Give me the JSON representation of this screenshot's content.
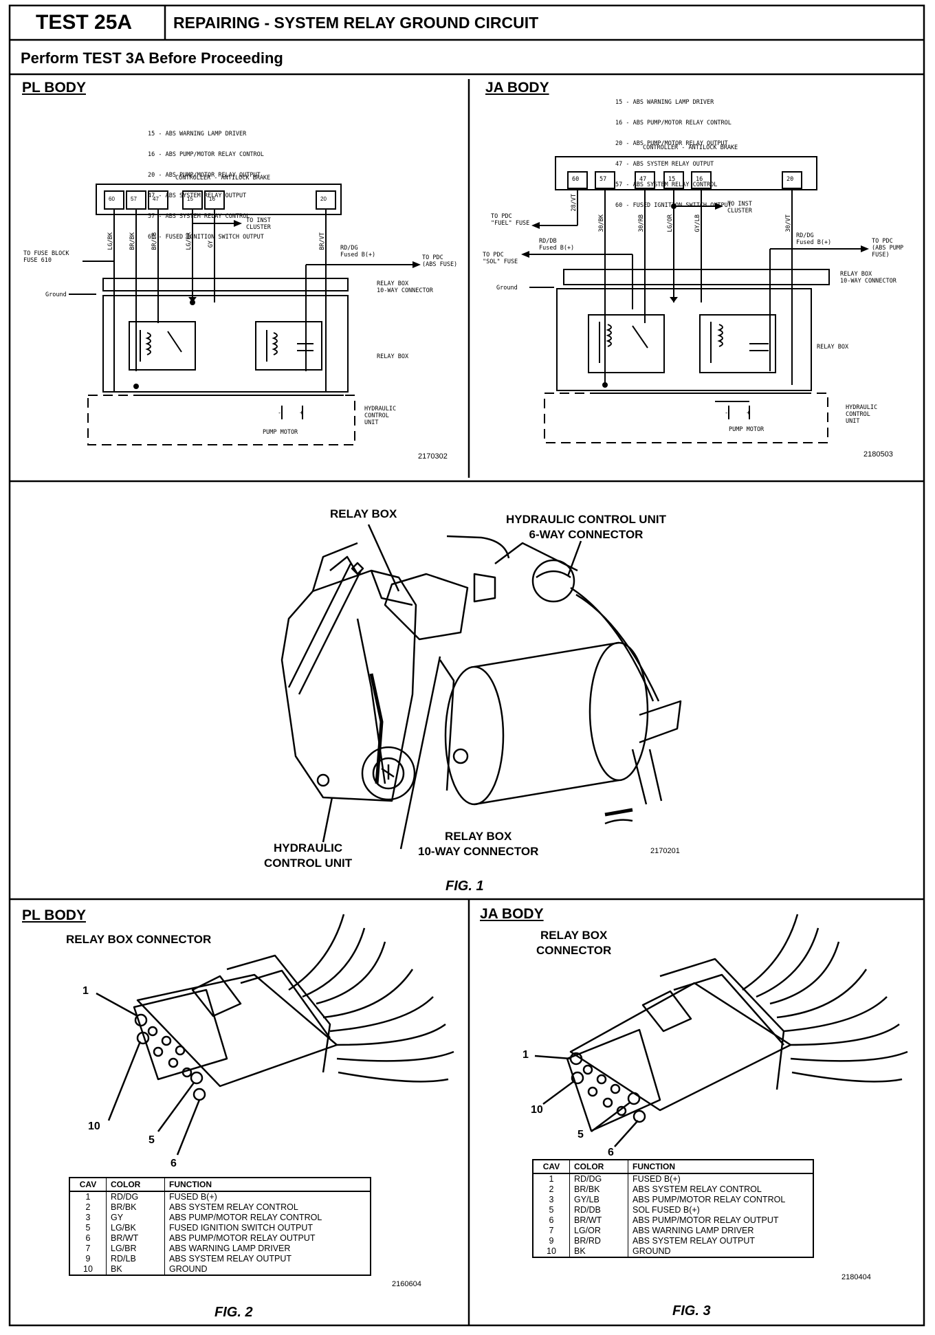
{
  "header": {
    "test_label": "TEST 25A",
    "title": "REPAIRING - SYSTEM RELAY GROUND CIRCUIT",
    "subtitle": "Perform TEST 3A Before Proceeding"
  },
  "pl_schematic": {
    "body_label": "PL BODY",
    "legend": [
      "15 - ABS WARNING LAMP DRIVER",
      "16 - ABS PUMP/MOTOR RELAY CONTROL",
      "20 - ABS PUMP/MOTOR RELAY OUTPUT",
      "47 - ABS SYSTEM RELAY OUTPUT",
      "57 - ABS SYSTEM RELAY CONTROL",
      "60 - FUSED IGNITION SWITCH OUTPUT"
    ],
    "controller": "CONTROLLER - ANTILOCK BRAKE",
    "pins": [
      "60",
      "57",
      "47",
      "15",
      "16",
      "20"
    ],
    "wires": [
      "LG/BK",
      "BR/BK",
      "BR/LB",
      "LG/BR",
      "GY",
      "BR/VT"
    ],
    "to_inst_cluster": "TO INST\nCLUSTER",
    "to_fuse_block": "TO FUSE BLOCK\nFUSE 610",
    "rd_dg": "RD/DG\nFused B(+)",
    "to_pdc": "TO PDC\n(ABS FUSE)",
    "ground": "Ground",
    "relay_box_conn": "RELAY BOX\n10-WAY CONNECTOR",
    "relay_box": "RELAY BOX",
    "hcu": "HYDRAULIC\nCONTROL\nUNIT",
    "pump_motor": "PUMP MOTOR",
    "minus": "-",
    "plus": "+",
    "code": "2170302"
  },
  "ja_schematic": {
    "body_label": "JA BODY",
    "legend": [
      "15 - ABS WARNING LAMP DRIVER",
      "16 - ABS PUMP/MOTOR RELAY CONTROL",
      "20 - ABS PUMP/MOTOR RELAY OUTPUT",
      "47 - ABS SYSTEM RELAY OUTPUT",
      "57 - ABS SYSTEM RELAY CONTROL",
      "60 - FUSED IGNITION SWITCH OUTPUT"
    ],
    "controller": "CONTROLLER - ANTILOCK BRAKE",
    "pins": [
      "60",
      "57",
      "47",
      "15",
      "16",
      "20"
    ],
    "wires": [
      "28/VT",
      "30/BK",
      "30/RB",
      "LG/OR",
      "GY/LB",
      "30/VT"
    ],
    "to_inst_cluster": "TO INST\nCLUSTER",
    "to_pdc_fuel": "TO PDC\n\"FUEL\" FUSE",
    "rd_db": "RD/DB\nFused B(+)",
    "to_pdc_sol": "TO PDC\n\"SOL\" FUSE",
    "rd_dg": "RD/DG\nFused B(+)",
    "to_pdc_abs": "TO PDC\n(ABS PUMP\nFUSE)",
    "ground": "Ground",
    "relay_box_conn": "RELAY BOX\n10-WAY CONNECTOR",
    "relay_box": "RELAY BOX",
    "hcu": "HYDRAULIC\nCONTROL\nUNIT",
    "pump_motor": "PUMP MOTOR",
    "minus": "-",
    "plus": "+",
    "code": "2180503"
  },
  "fig1": {
    "relay_box": "RELAY BOX",
    "hcu_6way": "HYDRAULIC CONTROL UNIT\n6-WAY CONNECTOR",
    "hcu": "HYDRAULIC\nCONTROL UNIT",
    "relay_box_10way": "RELAY BOX\n10-WAY CONNECTOR",
    "code": "2170201",
    "caption": "FIG. 1"
  },
  "fig2": {
    "body_label": "PL BODY",
    "title": "RELAY BOX CONNECTOR",
    "pins": [
      "1",
      "10",
      "5",
      "6"
    ],
    "code": "2160604",
    "caption": "FIG. 2",
    "table": {
      "headers": [
        "CAV",
        "COLOR",
        "FUNCTION"
      ],
      "rows": [
        [
          "1",
          "RD/DG",
          "FUSED B(+)"
        ],
        [
          "2",
          "BR/BK",
          "ABS SYSTEM RELAY CONTROL"
        ],
        [
          "3",
          "GY",
          "ABS PUMP/MOTOR RELAY CONTROL"
        ],
        [
          "5",
          "LG/BK",
          "FUSED IGNITION SWITCH OUTPUT"
        ],
        [
          "6",
          "BR/WT",
          "ABS PUMP/MOTOR RELAY OUTPUT"
        ],
        [
          "7",
          "LG/BR",
          "ABS WARNING LAMP DRIVER"
        ],
        [
          "9",
          "RD/LB",
          "ABS SYSTEM RELAY OUTPUT"
        ],
        [
          "10",
          "BK",
          "GROUND"
        ]
      ]
    }
  },
  "fig3": {
    "body_label": "JA BODY",
    "title": "RELAY BOX\nCONNECTOR",
    "pins": [
      "1",
      "10",
      "5",
      "6"
    ],
    "code": "2180404",
    "caption": "FIG. 3",
    "table": {
      "headers": [
        "CAV",
        "COLOR",
        "FUNCTION"
      ],
      "rows": [
        [
          "1",
          "RD/DG",
          "FUSED B(+)"
        ],
        [
          "2",
          "BR/BK",
          "ABS SYSTEM RELAY CONTROL"
        ],
        [
          "3",
          "GY/LB",
          "ABS PUMP/MOTOR RELAY CONTROL"
        ],
        [
          "5",
          "RD/DB",
          "SOL FUSED B(+)"
        ],
        [
          "6",
          "BR/WT",
          "ABS PUMP/MOTOR RELAY OUTPUT"
        ],
        [
          "7",
          "LG/OR",
          "ABS WARNING LAMP DRIVER"
        ],
        [
          "9",
          "BR/RD",
          "ABS SYSTEM RELAY OUTPUT"
        ],
        [
          "10",
          "BK",
          "GROUND"
        ]
      ]
    }
  }
}
